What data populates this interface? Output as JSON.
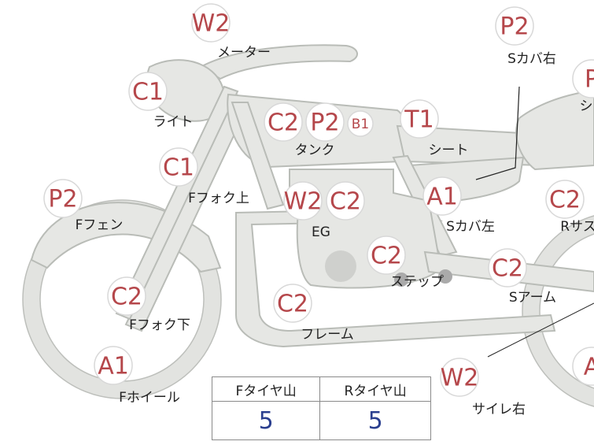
{
  "parts": [
    {
      "id": "meter",
      "code": "W2",
      "label": "メーター"
    },
    {
      "id": "light",
      "code": "C1",
      "label": "ライト"
    },
    {
      "id": "tank-c2",
      "code": "C2",
      "label": ""
    },
    {
      "id": "tank-p2",
      "code": "P2",
      "label": ""
    },
    {
      "id": "tank-b1",
      "code": "B1",
      "label": "タンク"
    },
    {
      "id": "seat",
      "code": "T1",
      "label": "シート"
    },
    {
      "id": "s-cover-right",
      "code": "P2",
      "label": "Sカバ右"
    },
    {
      "id": "edge-p",
      "code": "P",
      "label": "シ"
    },
    {
      "id": "f-fork-upper",
      "code": "C1",
      "label": "Fフォク上"
    },
    {
      "id": "f-fender",
      "code": "P2",
      "label": "Fフェン"
    },
    {
      "id": "eg-w2",
      "code": "W2",
      "label": "EG"
    },
    {
      "id": "eg-c2",
      "code": "C2",
      "label": ""
    },
    {
      "id": "s-cover-left",
      "code": "A1",
      "label": "Sカバ左"
    },
    {
      "id": "r-sus",
      "code": "C2",
      "label": "Rサス"
    },
    {
      "id": "step",
      "code": "C2",
      "label": "ステップ"
    },
    {
      "id": "s-arm",
      "code": "C2",
      "label": "Sアーム"
    },
    {
      "id": "f-fork-lower",
      "code": "C2",
      "label": "Fフォク下"
    },
    {
      "id": "frame",
      "code": "C2",
      "label": "フレーム"
    },
    {
      "id": "f-wheel",
      "code": "A1",
      "label": "Fホイール"
    },
    {
      "id": "silencer-right",
      "code": "W2",
      "label": "サイレ右"
    },
    {
      "id": "edge-a",
      "code": "A",
      "label": ""
    }
  ],
  "tire_table": {
    "front_header": "Fタイヤ山",
    "rear_header": "Rタイヤ山",
    "front_value": "5",
    "rear_value": "5"
  }
}
